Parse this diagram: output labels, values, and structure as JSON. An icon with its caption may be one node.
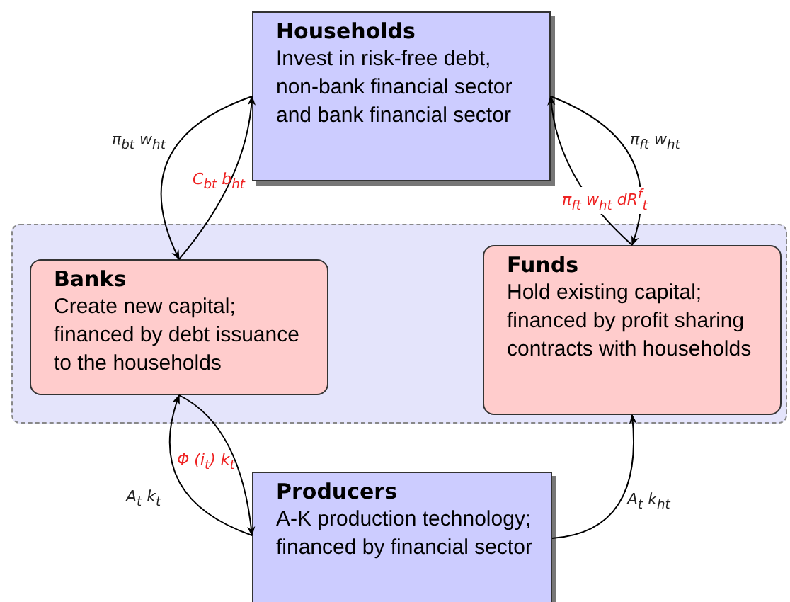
{
  "diagram": {
    "nodes": [
      {
        "text": [
          "Households",
          "Invest in risk-free debt, non-bank financial sector and bank financial sector"
        ]
      },
      {
        "text": [],
        "shape": "box"
      },
      {
        "text": [
          "Banks",
          "Create new capital; financed by debt issuance to the households"
        ],
        "in": 1
      },
      {
        "text": [
          "Funds",
          "Hold existing capital; financed by profit sharing contracts with households"
        ],
        "in": 1
      },
      {
        "text": [
          "Producers",
          "A-K production technology; financed by financial sector"
        ]
      }
    ],
    "edges": [
      {
        "from": 0,
        "to": 2,
        "arrow": "to",
        "label": "π$_{bt}$ w$_{ht}$"
      },
      {
        "from": 2,
        "to": 0,
        "arrow": "to",
        "label": "C$_{bt}$ b$_{ht}$"
      },
      {
        "from": 0,
        "to": 3,
        "arrow": "to",
        "label": "π$_{ft}$ w$_{ht}$"
      },
      {
        "from": 3,
        "to": 0,
        "arrow": "to",
        "label": "π$_{ft}$ w$_{ht}$ dR$^{f}$$_{t}$"
      },
      {
        "from": 2,
        "to": 4,
        "arrow": "to",
        "label": "Φ (i$_{t}$) k$_{t}$"
      },
      {
        "from": 4,
        "to": 2,
        "arrow": "to",
        "label": "A$_{t}$ k$_{t}$"
      },
      {
        "from": 4,
        "to": 3,
        "arrow": "to",
        "label": "A$_{t}$ k$_{ht}$"
      }
    ]
  }
}
